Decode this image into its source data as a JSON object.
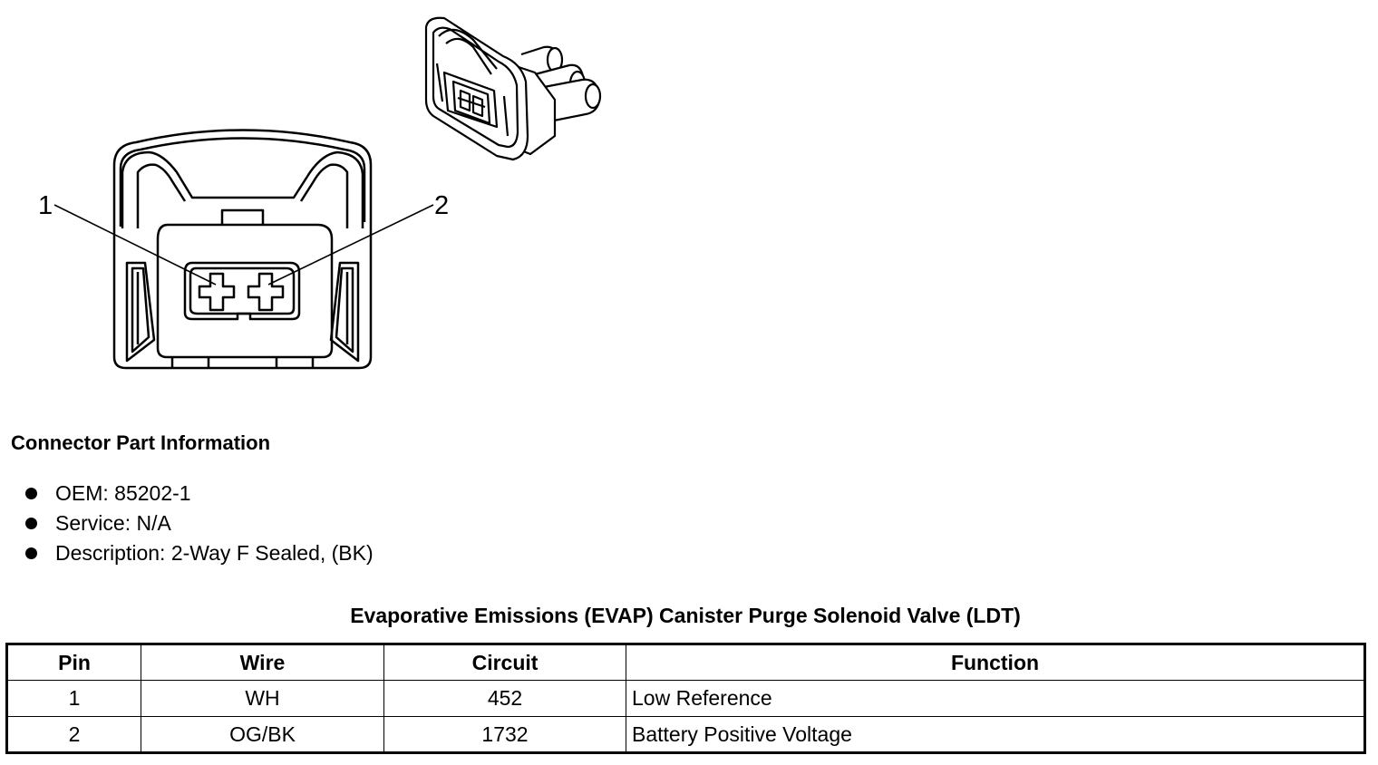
{
  "diagram": {
    "pin_labels": [
      "1",
      "2"
    ]
  },
  "connector_info": {
    "heading": "Connector Part Information",
    "items": [
      "OEM: 85202-1",
      "Service: N/A",
      "Description: 2-Way F Sealed, (BK)"
    ]
  },
  "table": {
    "title": "Evaporative Emissions (EVAP) Canister Purge Solenoid Valve (LDT)",
    "headers": [
      "Pin",
      "Wire",
      "Circuit",
      "Function"
    ],
    "rows": [
      [
        "1",
        "WH",
        "452",
        "Low Reference"
      ],
      [
        "2",
        "OG/BK",
        "1732",
        "Battery Positive Voltage"
      ]
    ]
  }
}
